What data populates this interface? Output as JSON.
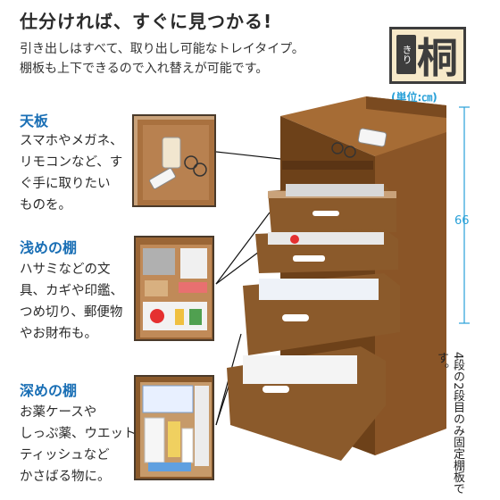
{
  "headline": "仕分ければ、すぐに見つかる!",
  "intro": [
    "引き出しはすべて、取り出し可能なトレイタイプ。",
    "棚板も上下できるので入れ替えが可能です。"
  ],
  "badge": {
    "furigana": "きり",
    "kanji": "桐"
  },
  "unit": "(単位:㎝)",
  "dimension": "66",
  "sections": [
    {
      "title": "天板",
      "lines": [
        "スマホやメガネ、",
        "リモコンなど、す",
        "ぐ手に取りたい",
        "ものを。"
      ]
    },
    {
      "title": "浅めの棚",
      "lines": [
        "ハサミなどの文",
        "具、カギや印鑑、",
        "つめ切り、郵便物",
        "やお財布も。"
      ]
    },
    {
      "title": "深めの棚",
      "lines": [
        "お薬ケースや",
        "しっぷ薬、ウエット",
        "ティッシュなど",
        "かさばる物に。"
      ]
    }
  ],
  "note": "4段の2段目のみ固定棚板です。",
  "colors": {
    "accent_blue": "#1a6fb5",
    "dim_blue": "#28a0d8",
    "wood": "#8b5a2b",
    "wood_dark": "#5e3a18",
    "badge_bg": "#f7e9c9"
  }
}
